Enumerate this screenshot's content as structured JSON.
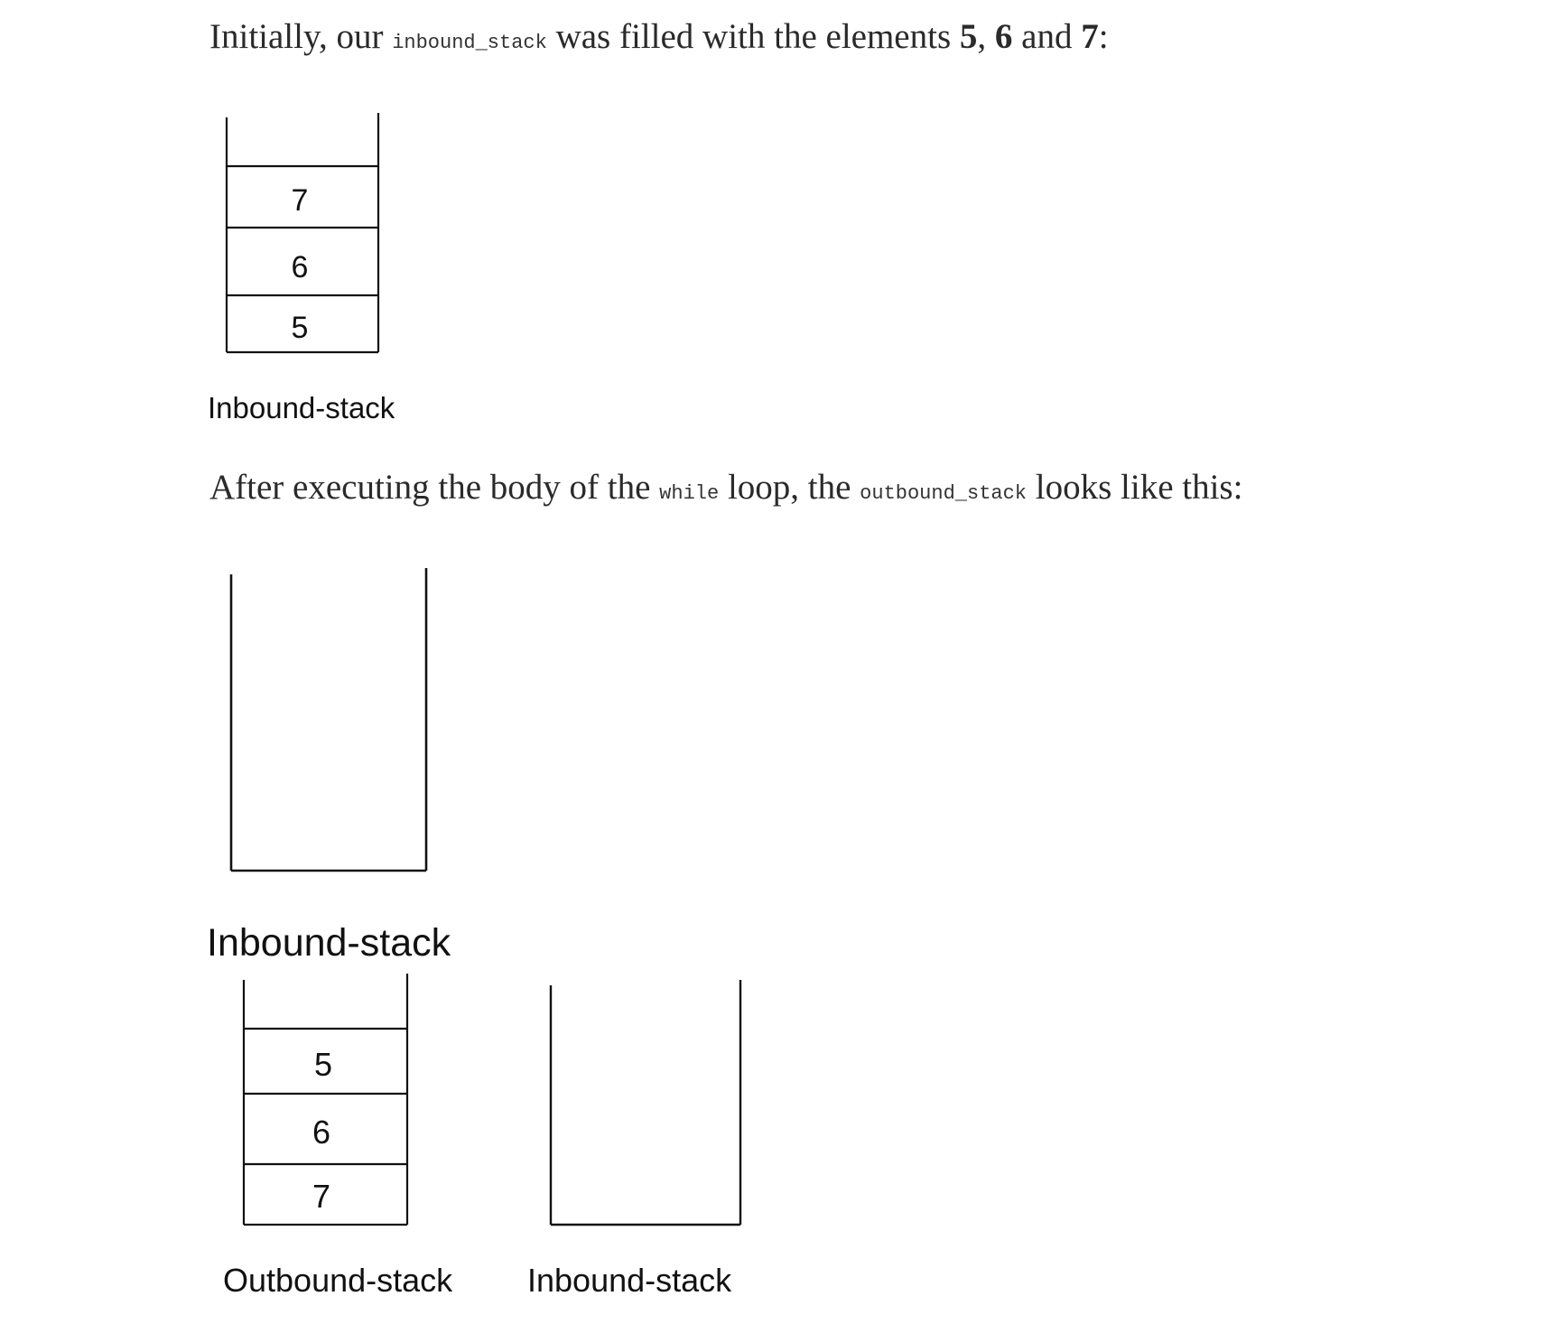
{
  "paragraph1": {
    "text_before": "Initially, our ",
    "code_inbound": "inbound_stack",
    "text_mid": " was filled with the elements ",
    "num5": "5",
    "comma": ", ",
    "num6": "6",
    "and_text": " and ",
    "num7": "7",
    "colon": ":"
  },
  "figure1": {
    "cells": [
      "7",
      "6",
      "5"
    ],
    "caption": "Inbound-stack"
  },
  "paragraph2": {
    "text_before": "After executing the body of the ",
    "code_while": "while",
    "text_mid": " loop, the ",
    "code_outbound": "outbound_stack",
    "text_after": " looks like this:"
  },
  "figure2": {
    "caption": "Inbound-stack"
  },
  "figure3": {
    "outbound_cells": [
      "5",
      "6",
      "7"
    ],
    "outbound_caption": "Outbound-stack",
    "inbound_caption": "Inbound-stack"
  }
}
